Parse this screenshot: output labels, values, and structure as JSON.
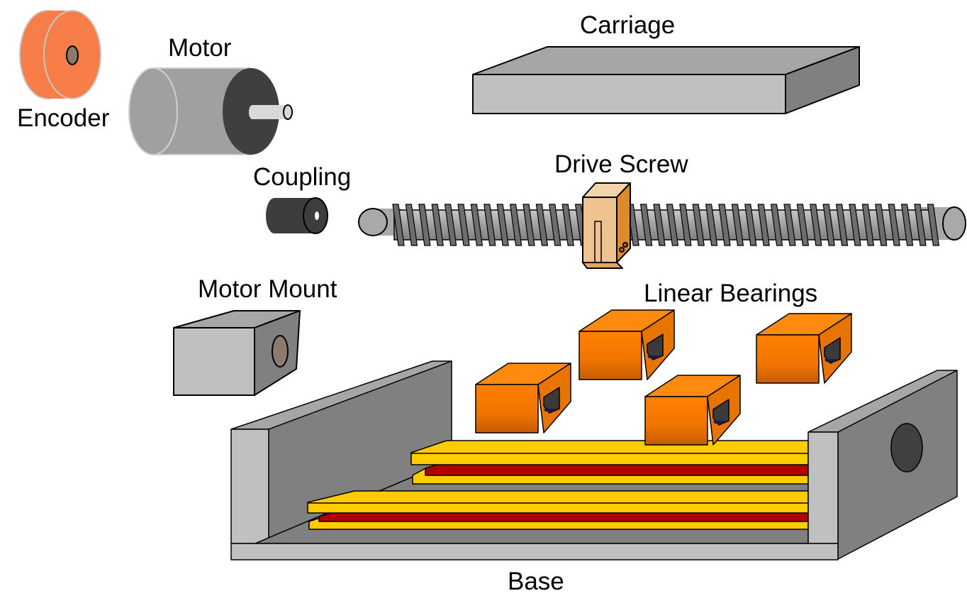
{
  "labels": {
    "encoder": "Encoder",
    "motor": "Motor",
    "carriage": "Carriage",
    "drive_screw": "Drive Screw",
    "coupling": "Coupling",
    "motor_mount": "Motor Mount",
    "linear_bearings": "Linear Bearings",
    "base": "Base"
  },
  "colors": {
    "encoder_face": "#f77d49",
    "encoder_hub": "#8b7a6d",
    "motor_body": "#a0a0a0",
    "motor_face": "#3f3f3f",
    "shaft": "#d9d9d9",
    "carriage_top": "#a6a6a6",
    "carriage_front": "#c0c0c0",
    "carriage_side": "#808080",
    "screw_thread": "#6e6e6e",
    "screw_core": "#a9a9a9",
    "nut": "#eec390",
    "coupling": "#3d3d3d",
    "bearing": "#ff8000",
    "bearing_dark": "#c75d00",
    "rail_gold": "#ffcc00",
    "rail_red": "#b00000",
    "base_gray": "#808080",
    "base_light": "#c0c0c0",
    "hole": "#404040"
  }
}
